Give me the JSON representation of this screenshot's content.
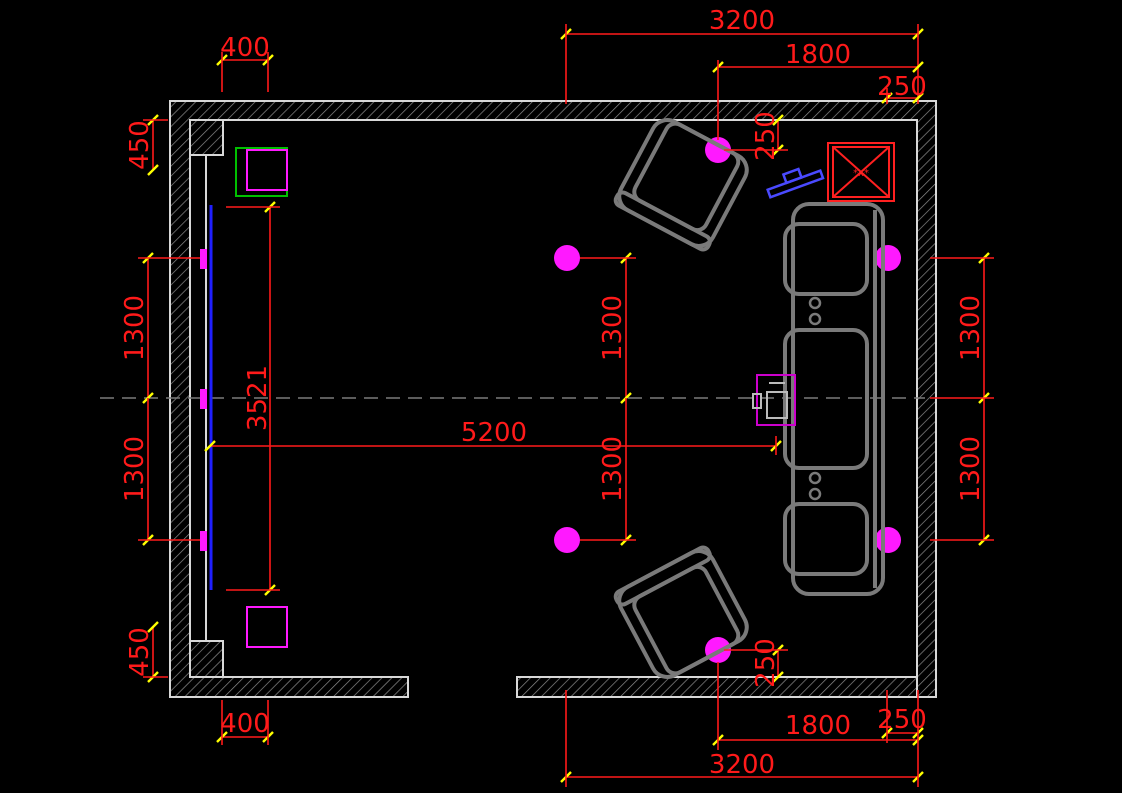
{
  "colors": {
    "background": "#000000",
    "wall": "#d8d8d8",
    "hatch": "#8c8c8c",
    "dimension": "#ff1a1a",
    "tick": "#ffff00",
    "furniture": "#7a7a7a",
    "speaker": "#ff19ff",
    "screen": "#1f1fff",
    "projector": "#cc00cc",
    "box": "#4a4aff",
    "subwoofer": "#ff2020",
    "green": "#00c000",
    "centerline": "#7a7a7a"
  },
  "dimensions": {
    "top_total": "3200",
    "top_inner": "1800",
    "top_right_edge": "250",
    "top_chair_offset": "250",
    "top_left_wall": "400",
    "left_top": "450",
    "left_upper": "1300",
    "left_lower": "1300",
    "left_bottom": "450",
    "screen_width": "3521",
    "viewing_distance": "5200",
    "mid_upper": "1300",
    "mid_lower": "1300",
    "right_upper": "1300",
    "right_lower": "1300",
    "bottom_chair_offset": "250",
    "bottom_inner": "1800",
    "bottom_right_edge": "250",
    "bottom_total": "3200",
    "bottom_left_wall": "400"
  }
}
